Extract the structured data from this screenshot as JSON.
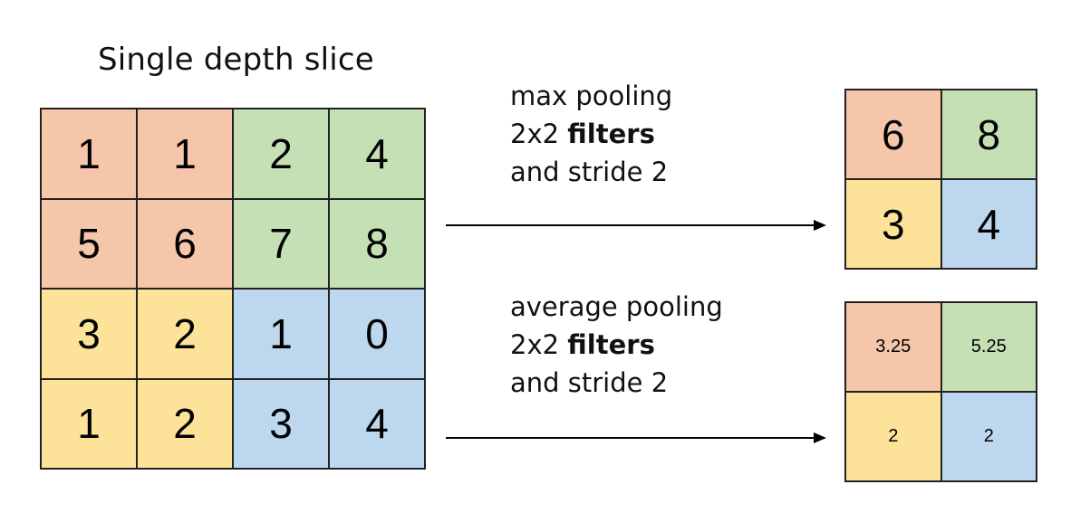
{
  "title": "Single depth slice",
  "colors": {
    "orange": "#f5c6aa",
    "green": "#c6e0b5",
    "yellow": "#fde399",
    "blue": "#bdd7ee",
    "border": "#222222"
  },
  "input": {
    "rows": [
      [
        {
          "v": "1",
          "c": "orange"
        },
        {
          "v": "1",
          "c": "orange"
        },
        {
          "v": "2",
          "c": "green"
        },
        {
          "v": "4",
          "c": "green"
        }
      ],
      [
        {
          "v": "5",
          "c": "orange"
        },
        {
          "v": "6",
          "c": "orange"
        },
        {
          "v": "7",
          "c": "green"
        },
        {
          "v": "8",
          "c": "green"
        }
      ],
      [
        {
          "v": "3",
          "c": "yellow"
        },
        {
          "v": "2",
          "c": "yellow"
        },
        {
          "v": "1",
          "c": "blue"
        },
        {
          "v": "0",
          "c": "blue"
        }
      ],
      [
        {
          "v": "1",
          "c": "yellow"
        },
        {
          "v": "2",
          "c": "yellow"
        },
        {
          "v": "3",
          "c": "blue"
        },
        {
          "v": "4",
          "c": "blue"
        }
      ]
    ]
  },
  "max_pool": {
    "line1": "max pooling",
    "line2_a": "2x2 ",
    "line2_b": "filters",
    "line3": "and stride 2",
    "cells": [
      {
        "v": "6",
        "c": "orange"
      },
      {
        "v": "8",
        "c": "green"
      },
      {
        "v": "3",
        "c": "yellow"
      },
      {
        "v": "4",
        "c": "blue"
      }
    ]
  },
  "avg_pool": {
    "line1": "average pooling",
    "line2_a": "2x2 ",
    "line2_b": "filters",
    "line3": "and stride 2",
    "cells": [
      {
        "v": "3.25",
        "c": "orange"
      },
      {
        "v": "5.25",
        "c": "green"
      },
      {
        "v": "2",
        "c": "yellow"
      },
      {
        "v": "2",
        "c": "blue"
      }
    ]
  }
}
